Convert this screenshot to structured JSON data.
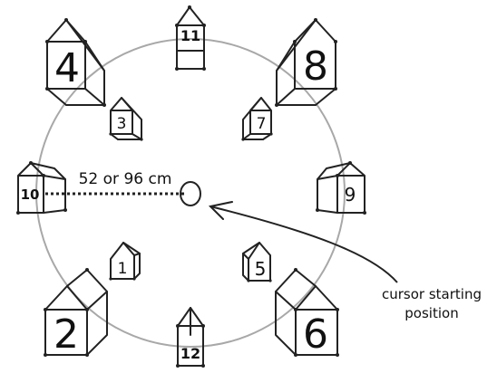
{
  "diagram": {
    "distance_label": "52 or 96 cm",
    "cursor_annotation": [
      "cursor starting",
      "position"
    ],
    "targets": [
      {
        "n": "1"
      },
      {
        "n": "2"
      },
      {
        "n": "3"
      },
      {
        "n": "4"
      },
      {
        "n": "5"
      },
      {
        "n": "6"
      },
      {
        "n": "7"
      },
      {
        "n": "8"
      },
      {
        "n": "9"
      },
      {
        "n": "10"
      },
      {
        "n": "11"
      },
      {
        "n": "12"
      }
    ]
  }
}
